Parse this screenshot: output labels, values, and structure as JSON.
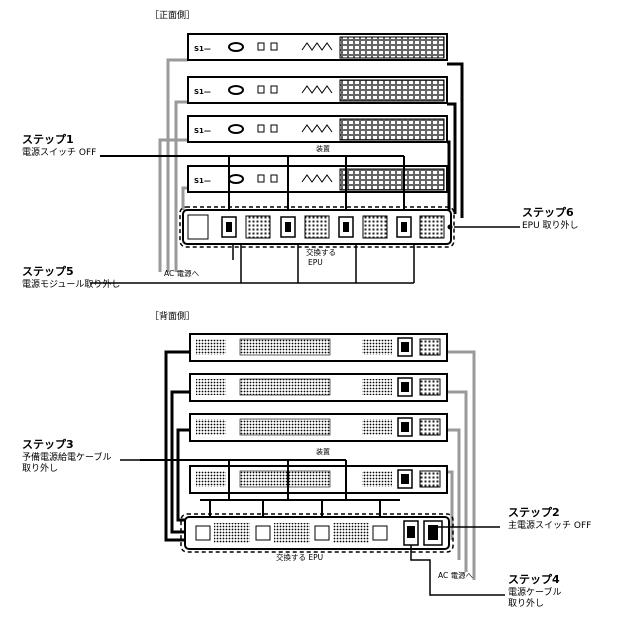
{
  "front": {
    "section_label": "［正面側］",
    "device_label": "装置",
    "epu_label_1": "交換する",
    "epu_label_2": "EPU",
    "ac_label": "AC 電源へ",
    "steps": {
      "s1": {
        "prefix": "ステップ",
        "num": "1",
        "text": "電源スイッチ OFF"
      },
      "s5": {
        "prefix": "ステップ",
        "num": "5",
        "text": "電源モジュール取り外し"
      },
      "s6": {
        "prefix": "ステップ",
        "num": "6",
        "text": "EPU 取り外し"
      }
    }
  },
  "rear": {
    "section_label": "［背面側］",
    "device_label": "装置",
    "epu_label": "交換する EPU",
    "ac_label": "AC 電源へ",
    "steps": {
      "s2": {
        "prefix": "ステップ",
        "num": "2",
        "text": "主電源スイッチ OFF"
      },
      "s3": {
        "prefix": "ステップ",
        "num": "3",
        "text": "予備電源給電ケーブル",
        "text2": "取り外し"
      },
      "s4": {
        "prefix": "ステップ",
        "num": "4",
        "text": "電源ケーブル",
        "text2": "取り外し"
      }
    }
  },
  "colors": {
    "line": "#000000",
    "cable_gray": "#9a9a9a",
    "unit_fill": "#ffffff"
  }
}
